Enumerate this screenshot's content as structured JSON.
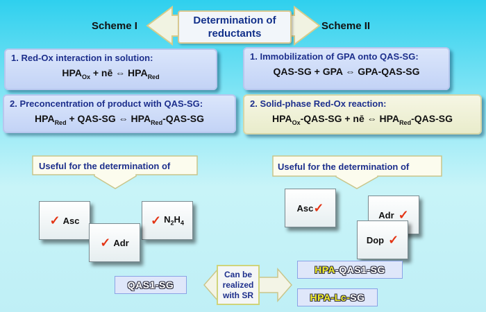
{
  "header": {
    "title": "Determination of reductants",
    "title_line1": "Determination of",
    "title_line2": "reductants",
    "scheme1": "Scheme I",
    "scheme2": "Scheme II"
  },
  "scheme1": {
    "step1": {
      "head": "1. Red-Ox interaction in solution:"
    },
    "step2": {
      "head": "2. Preconcentration of product with QAS-SG:"
    },
    "useful": "Useful for the determination of",
    "analytes": [
      "Asc",
      "Adr",
      "N2H4"
    ]
  },
  "scheme2": {
    "step1": {
      "head": "1. Immobilization of GPA onto QAS-SG:",
      "eq": "QAS-SG + GPA ⇔ GPA-QAS-SG"
    },
    "step2": {
      "head": "2. Solid-phase Red-Ox reaction:"
    },
    "useful": "Useful for the determination of",
    "analytes": [
      "Asc",
      "Adr",
      "Dop"
    ]
  },
  "bottom": {
    "qas1": "QAS1-SG",
    "sr_line1": "Can be",
    "sr_line2": "realized",
    "sr_line3": "with SR",
    "hpa_qas1_a": "HPA",
    "hpa_qas1_b": "-QAS1-SG",
    "hpa_lc_a": "HPA",
    "hpa_lc_b": "-Lc-",
    "hpa_lc_c": "SG"
  },
  "colors": {
    "background_top": "#2fd0ee",
    "heading_text": "#1d2f8c",
    "check_mark": "#e33414",
    "highlight": "#f3ef2a"
  }
}
